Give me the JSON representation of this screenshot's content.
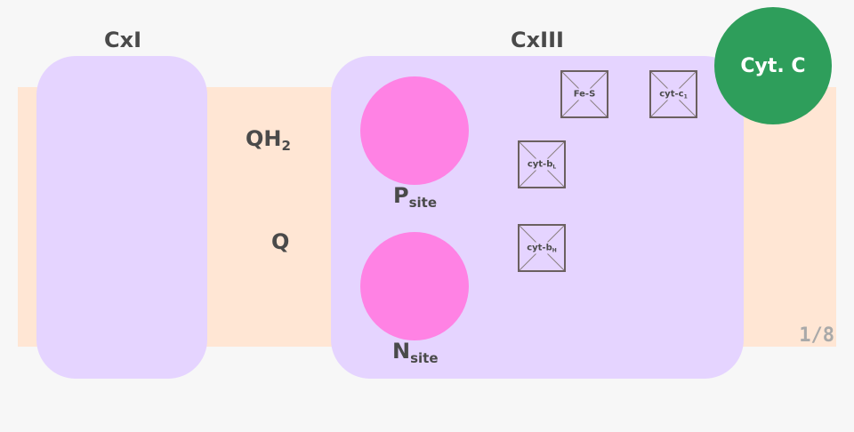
{
  "complexes": {
    "cx1": {
      "title": "CxI"
    },
    "cx3": {
      "title": "CxIII"
    }
  },
  "quinone": {
    "qh2": {
      "base": "QH",
      "sub": "2"
    },
    "q": "Q"
  },
  "sites": {
    "p": {
      "base": "P",
      "sub": "site"
    },
    "n": {
      "base": "N",
      "sub": "site"
    }
  },
  "cofactors": {
    "fes": {
      "base": "Fe-S",
      "sub": ""
    },
    "cytc1": {
      "base": "cyt-c",
      "sub": "1"
    },
    "cytbl": {
      "base": "cyt-b",
      "sub": "L"
    },
    "cytbh": {
      "base": "cyt-b",
      "sub": "H"
    }
  },
  "cyt_c": "Cyt. C",
  "page": "1/8",
  "colors": {
    "background": "#f7f7f7",
    "membrane": "#ffe6d4",
    "complex": "#e5d4ff",
    "site": "#ff82e4",
    "cyt_c": "#2e9e5b",
    "cofactor_border": "#6b6060",
    "text": "#4a4a4a",
    "page_number": "#a9a9a9"
  },
  "icons": {
    "cofactor_placeholder": "crossed-box-icon"
  }
}
